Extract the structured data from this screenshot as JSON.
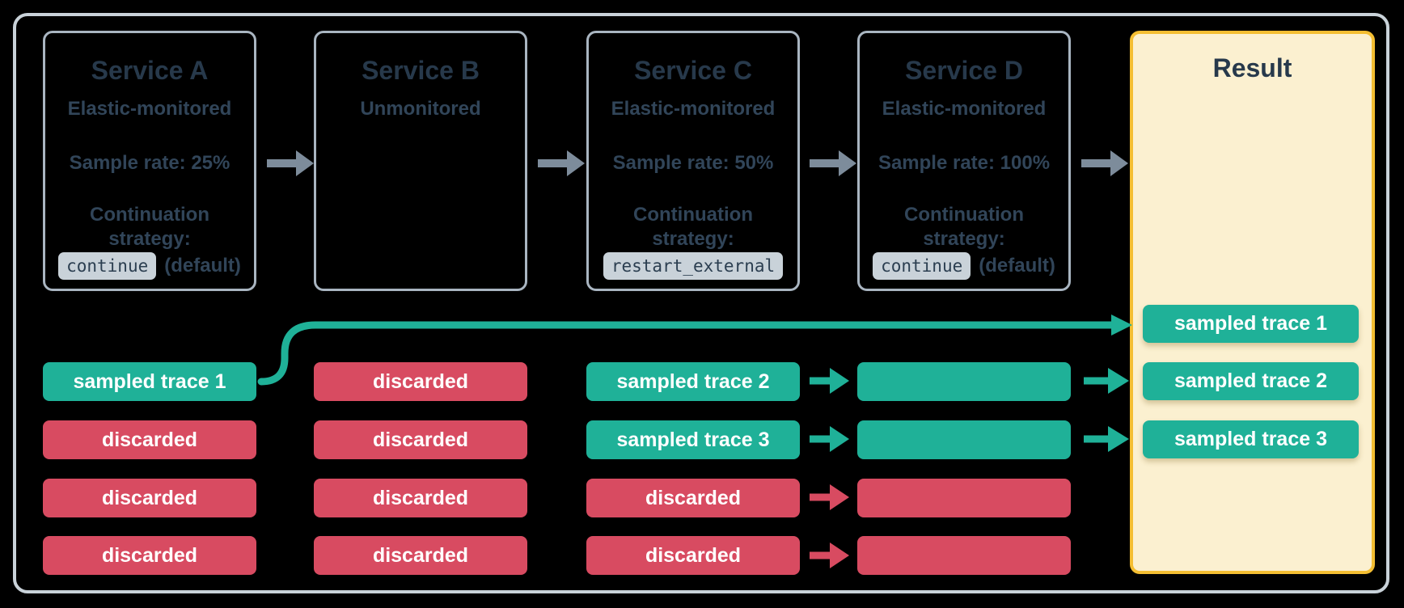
{
  "palette": {
    "background": "#000000",
    "outer_border": "#c9d2d9",
    "box_border": "#a9b5c1",
    "title_navy": "#27394b",
    "body_navy": "#314559",
    "teal": "#1fb198",
    "red": "#d84b61",
    "slate_arrow": "#7d8c9b",
    "chip_bg": "#c9d2d9",
    "chip_text": "#2b3e50",
    "result_bg": "#fbf0d0",
    "result_border": "#f4be32",
    "pill_text": "#ffffff"
  },
  "services": [
    {
      "title": "Service A",
      "monitoring": "Elastic-monitored",
      "sample_rate": "Sample rate: 25%",
      "continuation_label": "Continuation strategy:",
      "strategy_code": "continue",
      "strategy_suffix": "(default)"
    },
    {
      "title": "Service B",
      "monitoring": "Unmonitored"
    },
    {
      "title": "Service C",
      "monitoring": "Elastic-monitored",
      "sample_rate": "Sample rate: 50%",
      "continuation_label": "Continuation strategy:",
      "strategy_code": "restart_external",
      "strategy_suffix": ""
    },
    {
      "title": "Service D",
      "monitoring": "Elastic-monitored",
      "sample_rate": "Sample rate: 100%",
      "continuation_label": "Continuation strategy:",
      "strategy_code": "continue",
      "strategy_suffix": "(default)"
    }
  ],
  "pills": {
    "a": [
      {
        "label": "sampled trace 1",
        "type": "sampled"
      },
      {
        "label": "discarded",
        "type": "discarded"
      },
      {
        "label": "discarded",
        "type": "discarded"
      },
      {
        "label": "discarded",
        "type": "discarded"
      }
    ],
    "b": [
      {
        "label": "discarded",
        "type": "discarded"
      },
      {
        "label": "discarded",
        "type": "discarded"
      },
      {
        "label": "discarded",
        "type": "discarded"
      },
      {
        "label": "discarded",
        "type": "discarded"
      }
    ],
    "c": [
      {
        "label": "sampled trace 2",
        "type": "sampled"
      },
      {
        "label": "sampled trace 3",
        "type": "sampled"
      },
      {
        "label": "discarded",
        "type": "discarded"
      },
      {
        "label": "discarded",
        "type": "discarded"
      }
    ],
    "d": [
      {
        "label": "",
        "type": "sampled"
      },
      {
        "label": "",
        "type": "sampled"
      },
      {
        "label": "",
        "type": "discarded"
      },
      {
        "label": "",
        "type": "discarded"
      }
    ]
  },
  "result": {
    "title": "Result",
    "pills": [
      {
        "label": "sampled trace 1",
        "type": "sampled"
      },
      {
        "label": "sampled trace 2",
        "type": "sampled"
      },
      {
        "label": "sampled trace 3",
        "type": "sampled"
      }
    ]
  }
}
